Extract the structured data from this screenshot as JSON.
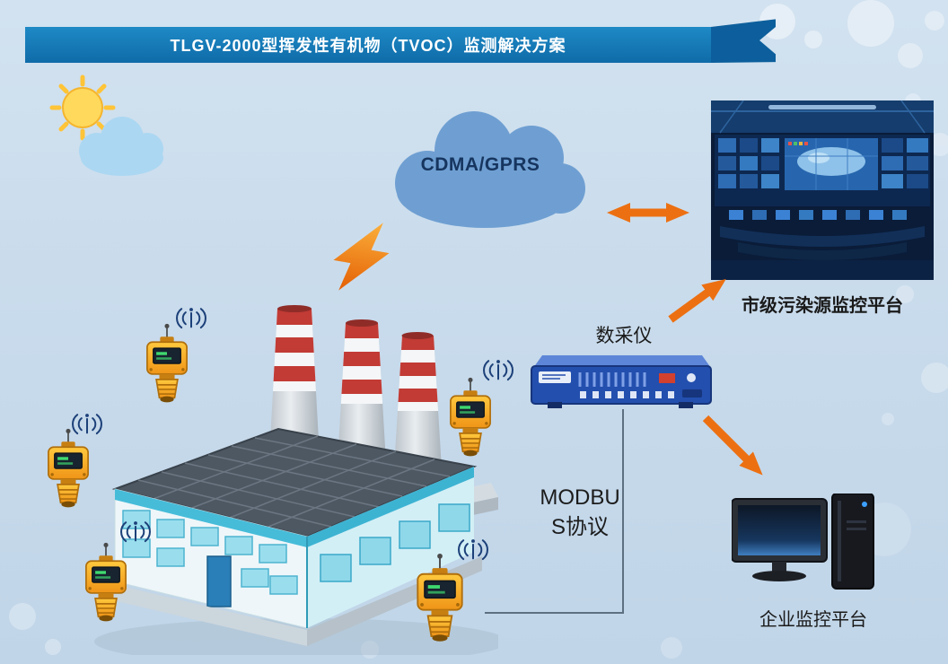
{
  "banner": {
    "title": "TLGV-2000型挥发性有机物（TVOC）监测解决方案"
  },
  "network_cloud": {
    "label": "CDMA/GPRS"
  },
  "nodes": {
    "city_platform_label": "市级污染源监控平台",
    "data_collector_label": "数采仪",
    "enterprise_platform_label": "企业监控平台"
  },
  "protocol": {
    "line1": "MODBU",
    "line2": "S协议"
  },
  "icons": {
    "sun": "sun-icon",
    "weather_cloud": "weather-cloud-icon",
    "lightning": "lightning-bolt-icon",
    "wireless_signal": "wireless-signal-icon",
    "double_arrow": "bidirectional-arrow-icon",
    "arrow_to_city": "arrow-up-right-icon",
    "arrow_to_enterprise": "arrow-down-right-icon"
  },
  "colors": {
    "background": "#c9dcec",
    "banner_blue": "#1278b6",
    "network_cloud_blue": "#6f9fd2",
    "arrow_orange": "#ec7012",
    "detector_orange": "#f5a623",
    "collector_blue": "#234fae",
    "factory_teal": "#3db3d2",
    "chimney_red": "#c23b35"
  }
}
